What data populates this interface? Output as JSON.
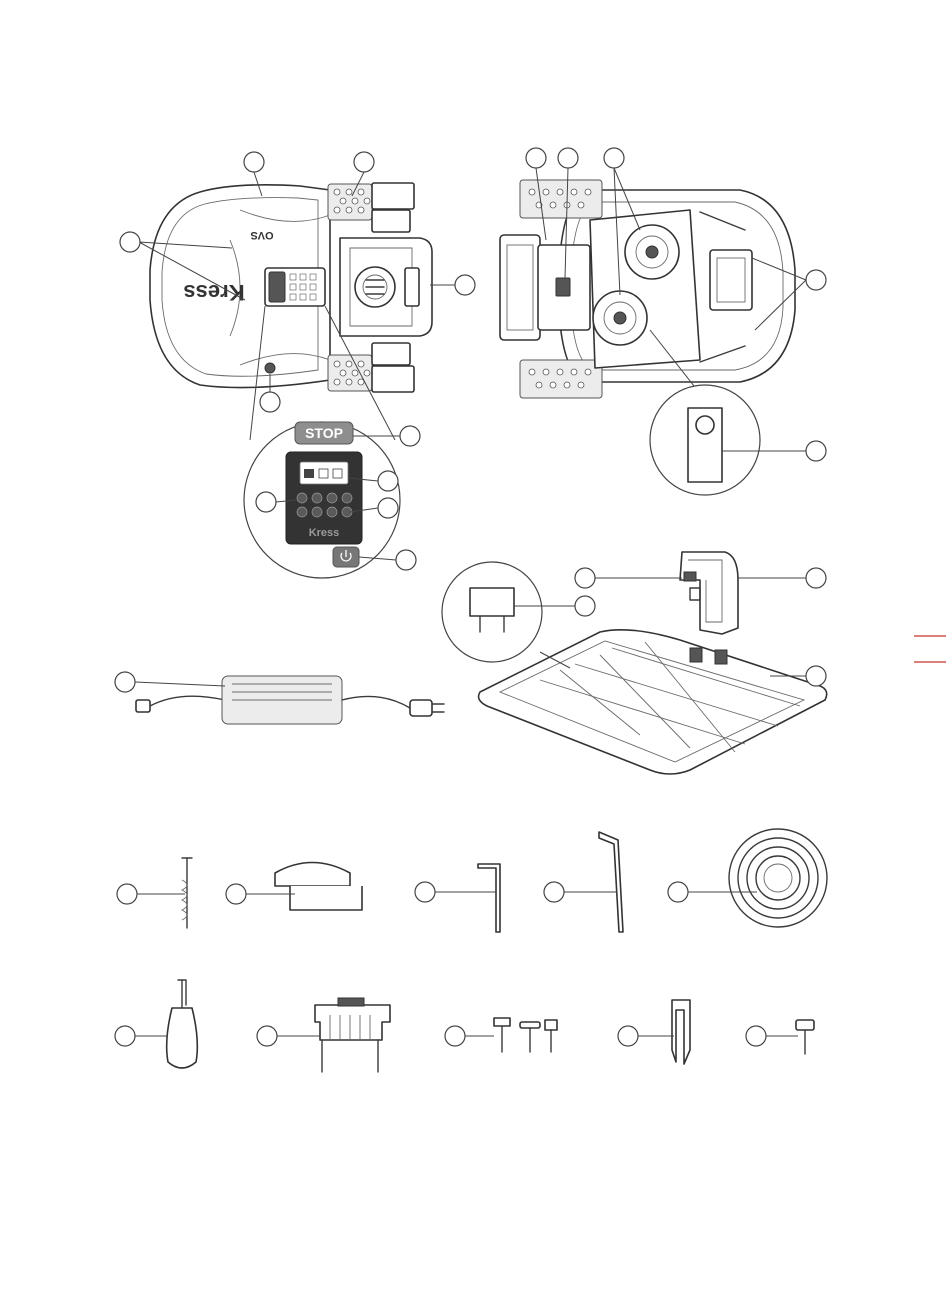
{
  "labels": {
    "stop": "STOP",
    "brand": "Kress",
    "badge": "OVS"
  },
  "colors": {
    "line": "#3a3a3a",
    "accent": "#c8312f",
    "panel": "#333333",
    "stop_button": "#8e8e8e"
  }
}
